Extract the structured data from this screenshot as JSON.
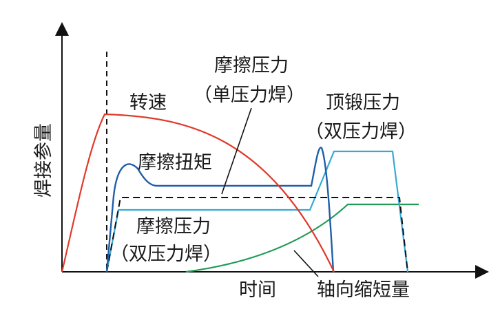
{
  "axes": {
    "y_label": "焊接参量",
    "x_label": "时间"
  },
  "labels": {
    "speed": "转速",
    "friction_pressure_single_l1": "摩擦压力",
    "friction_pressure_single_l2": "（单压力焊）",
    "forge_pressure_l1": "顶锻压力",
    "forge_pressure_l2": "（双压力焊）",
    "friction_torque": "摩擦扭矩",
    "friction_pressure_double_l1": "摩擦压力",
    "friction_pressure_double_l2": "（双压力焊）",
    "axial_shortening": "轴向缩短量"
  },
  "colors": {
    "speed": "#e0392b",
    "torque": "#1f5fa8",
    "pressure_double": "#35a9d6",
    "shortening": "#1f9a55",
    "pressure_single": "#111111",
    "axis": "#111111"
  }
}
